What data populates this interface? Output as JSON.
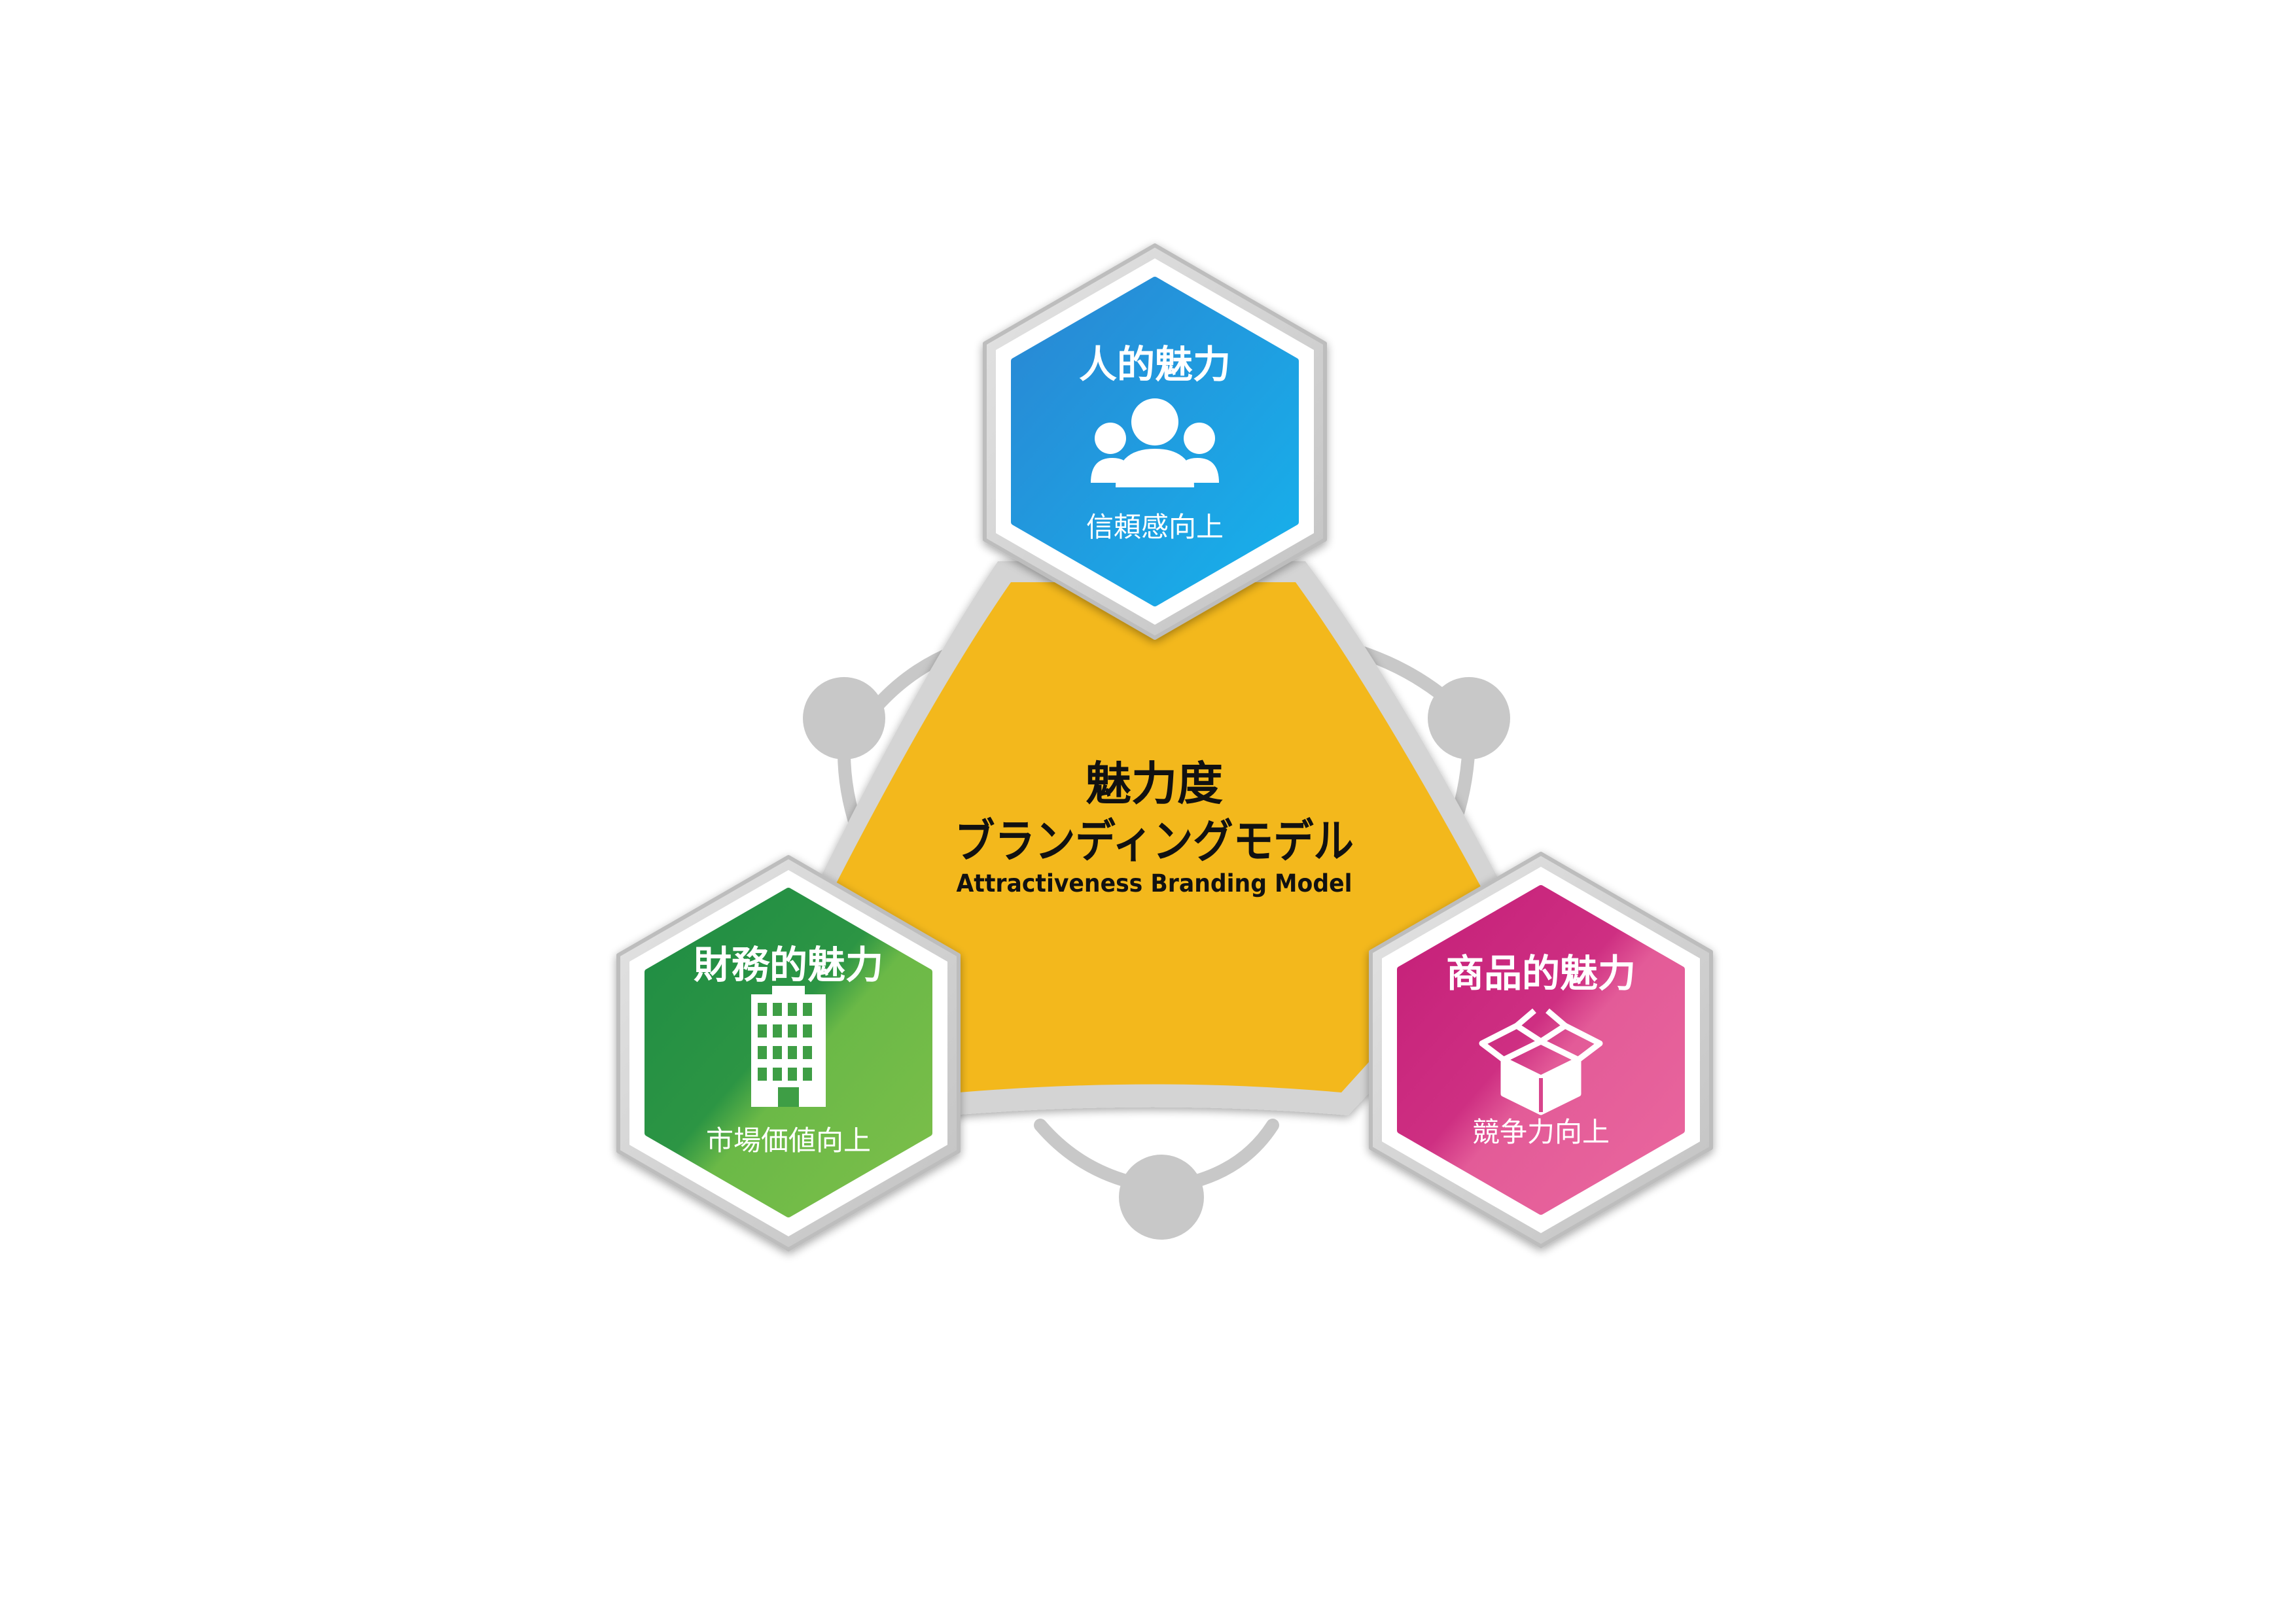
{
  "center": {
    "title_jp": "魅力度",
    "subtitle_jp": "ブランディングモデル",
    "title_en": "Attractiveness Branding Model",
    "color": "#F3B81C"
  },
  "nodes": {
    "top": {
      "title": "人的魅力",
      "subtitle": "信頼感向上",
      "icon": "people-icon",
      "gradient": [
        "#2A86D3",
        "#16B2EC"
      ]
    },
    "left": {
      "title": "財務的魅力",
      "subtitle": "市場価値向上",
      "icon": "building-icon",
      "gradient": [
        "#1E8C44",
        "#7DBF4A"
      ]
    },
    "right": {
      "title": "商品的魅力",
      "subtitle": "競争力向上",
      "icon": "box-icon",
      "gradient": [
        "#C41E78",
        "#EA679E"
      ]
    }
  },
  "colors": {
    "connector_gray": "#C8C8C8",
    "frame_gray": "#D7D7D7"
  }
}
